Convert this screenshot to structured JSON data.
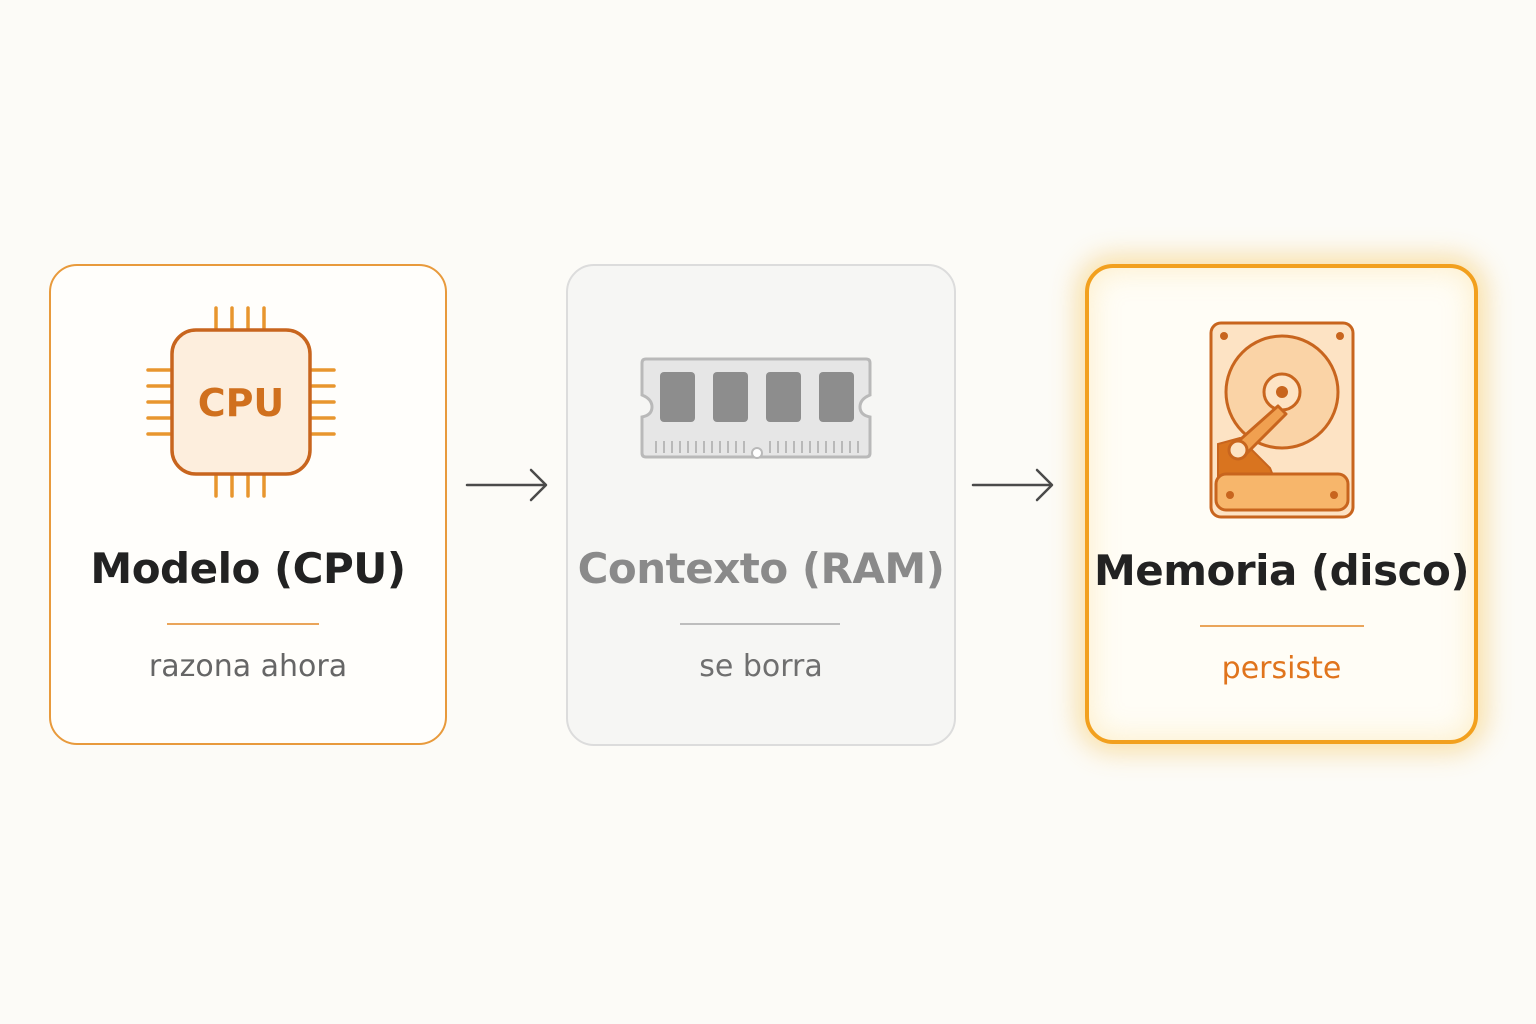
{
  "colors": {
    "accent": "#e8892a",
    "accent_dark": "#c8651e",
    "muted": "#8a8a8a",
    "text_dark": "#222222",
    "text_sub": "#666666"
  },
  "steps": [
    {
      "title": "Modelo (CPU)",
      "subtitle": "razona ahora",
      "icon": "cpu-chip-icon",
      "chip_label": "CPU"
    },
    {
      "title": "Contexto (RAM)",
      "subtitle": "se borra",
      "icon": "ram-module-icon"
    },
    {
      "title": "Memoria (disco)",
      "subtitle": "persiste",
      "icon": "hard-disk-icon"
    }
  ]
}
